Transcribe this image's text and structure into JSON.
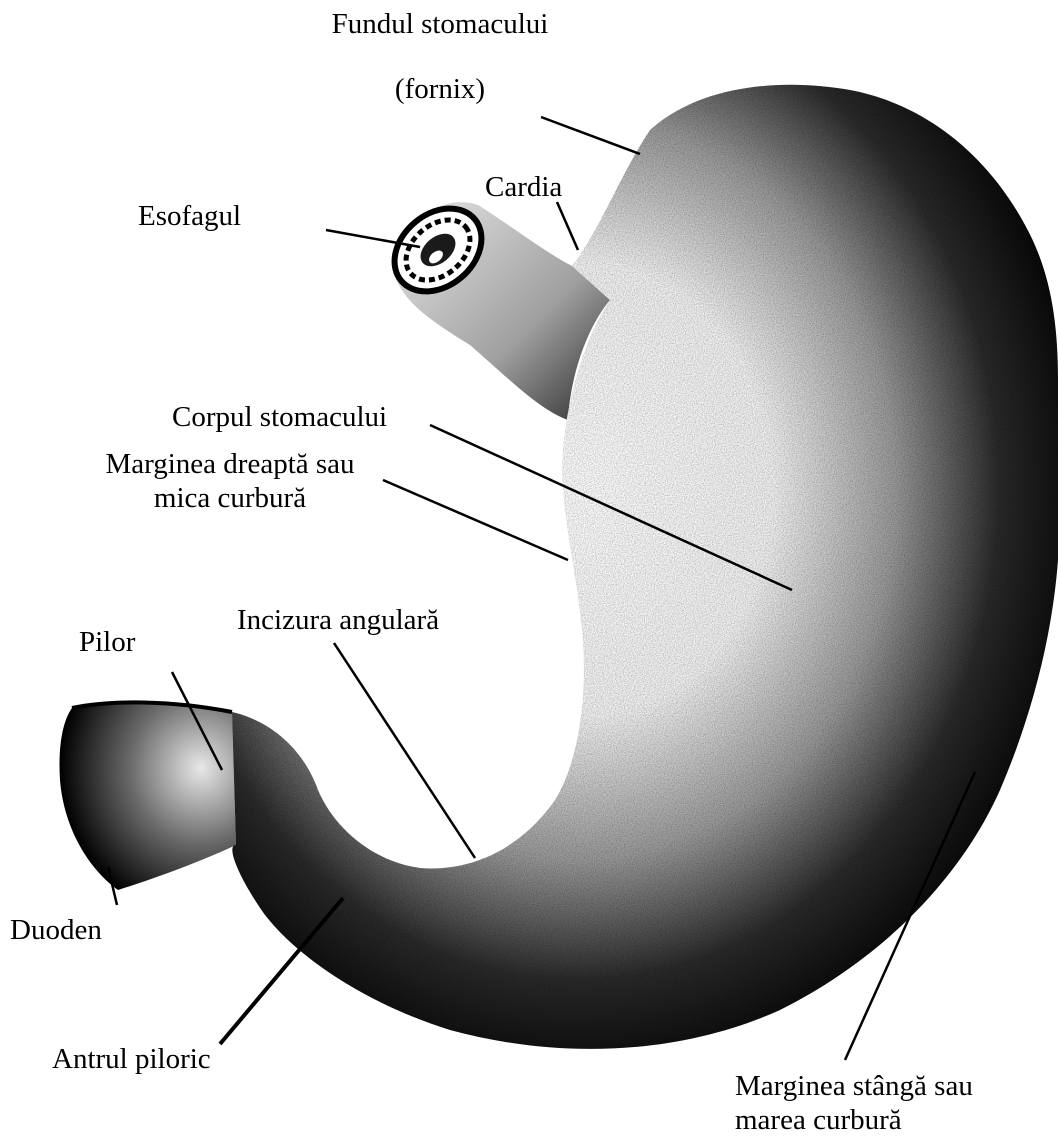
{
  "labels": {
    "fundus_line1": "Fundul stomacului",
    "fundus_line2": "(fornix)",
    "cardia": "Cardia",
    "esophagus": "Esofagul",
    "body": "Corpul stomacului",
    "lesser_curvature_line1": "Marginea dreaptă sau",
    "lesser_curvature_line2": "mica curbură",
    "angular_incisure": "Incizura angulară",
    "pylorus": "Pilor",
    "duodenum": "Duoden",
    "pyloric_antrum": "Antrul piloric",
    "greater_curvature_line1": "Marginea stângă sau",
    "greater_curvature_line2": "marea curbură"
  },
  "colors": {
    "ink": "#000000",
    "background": "#ffffff",
    "highlight": "#f4f4f4"
  }
}
